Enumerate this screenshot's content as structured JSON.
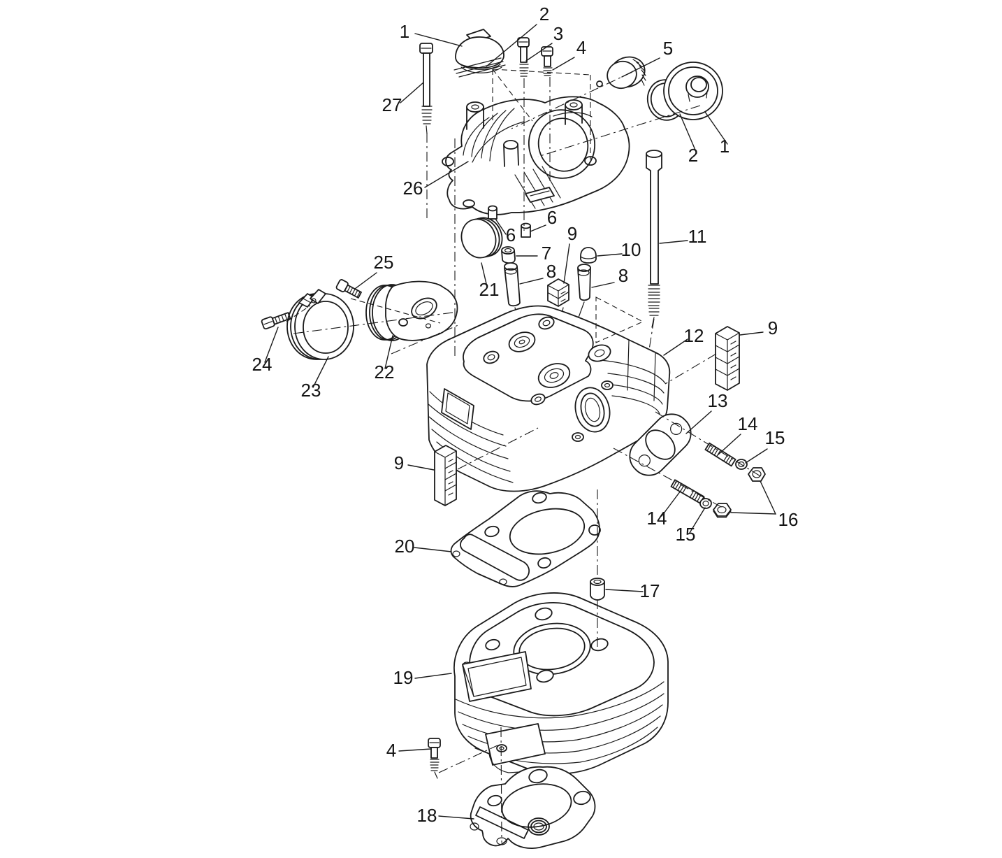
{
  "diagram": {
    "background": "#ffffff",
    "line_color": "#1a1a1a",
    "type": "exploded-parts-diagram",
    "callouts": [
      {
        "id": "filler-cap-top",
        "label": "1"
      },
      {
        "id": "filler-cap-gasket",
        "label": "2"
      },
      {
        "id": "bolt-top-a",
        "label": "3"
      },
      {
        "id": "bolt-top-b",
        "label": "4"
      },
      {
        "id": "screw-plug",
        "label": "5"
      },
      {
        "id": "long-bolt-left",
        "label": "27"
      },
      {
        "id": "valve-cover",
        "label": "26"
      },
      {
        "id": "oring-right",
        "label": "2"
      },
      {
        "id": "cap-right",
        "label": "1"
      },
      {
        "id": "small-bolt-left",
        "label": "6"
      },
      {
        "id": "small-bolt-right",
        "label": "6"
      },
      {
        "id": "round-plug-disc",
        "label": "21"
      },
      {
        "id": "valve-seal",
        "label": "7"
      },
      {
        "id": "valve-guide-left",
        "label": "8"
      },
      {
        "id": "tappet-block-mid",
        "label": "9"
      },
      {
        "id": "valve-cap",
        "label": "10"
      },
      {
        "id": "valve-guide-right",
        "label": "8"
      },
      {
        "id": "long-bolt-right",
        "label": "11"
      },
      {
        "id": "clamp-screw",
        "label": "25"
      },
      {
        "id": "flange-bolt",
        "label": "24"
      },
      {
        "id": "clamp",
        "label": "23"
      },
      {
        "id": "intake-flange",
        "label": "22"
      },
      {
        "id": "cylinder-head",
        "label": "12"
      },
      {
        "id": "shim-stack-right",
        "label": "9"
      },
      {
        "id": "exhaust-gasket",
        "label": "13"
      },
      {
        "id": "stud-upper",
        "label": "14"
      },
      {
        "id": "washer-upper",
        "label": "15"
      },
      {
        "id": "stud-lower",
        "label": "14"
      },
      {
        "id": "washer-lower",
        "label": "15"
      },
      {
        "id": "nuts",
        "label": "16"
      },
      {
        "id": "shim-stack-left",
        "label": "9"
      },
      {
        "id": "head-gasket",
        "label": "20"
      },
      {
        "id": "dowel",
        "label": "17"
      },
      {
        "id": "cylinder",
        "label": "19"
      },
      {
        "id": "bolt-bottom",
        "label": "4"
      },
      {
        "id": "base-gasket",
        "label": "18"
      }
    ]
  }
}
